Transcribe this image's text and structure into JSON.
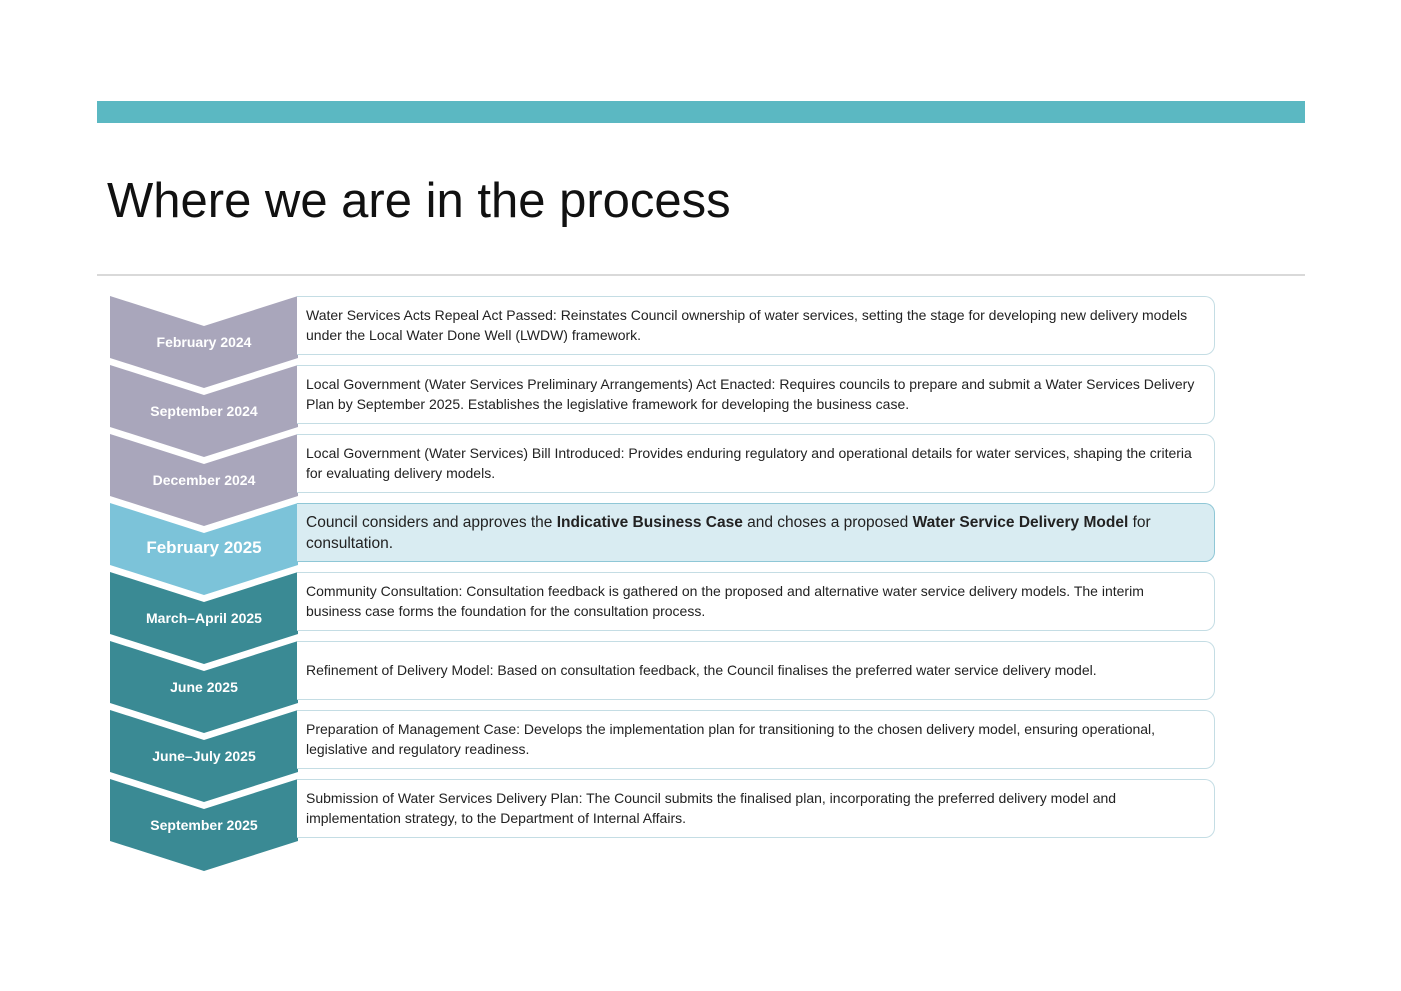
{
  "page": {
    "title": "Where we are in the process",
    "accent_color": "#5bb8c2",
    "rule_color": "#d9d9d9"
  },
  "timeline": {
    "colors": {
      "past": "#a9a6bb",
      "current": "#7cc3d9",
      "future": "#3a8a94",
      "current_box_fill": "#d9ecf2"
    },
    "items": [
      {
        "date": "February 2024",
        "status": "past",
        "description": "Water Services Acts Repeal Act Passed: Reinstates Council ownership of water services, setting the stage for developing new delivery models under the Local Water Done Well (LWDW) framework."
      },
      {
        "date": "September 2024",
        "status": "past",
        "description": "Local Government (Water Services Preliminary Arrangements) Act Enacted: Requires councils to prepare and submit a Water Services Delivery Plan by September 2025. Establishes the legislative framework for developing the business case."
      },
      {
        "date": "December 2024",
        "status": "past",
        "description": "Local Government (Water Services) Bill Introduced: Provides enduring regulatory and operational details for water services, shaping the criteria for evaluating delivery models."
      },
      {
        "date": "February 2025",
        "status": "current",
        "description_parts": {
          "p1": "Council considers and approves the ",
          "b1": "Indicative Business Case",
          "p2": " and choses a proposed ",
          "b2": "Water Service Delivery Model",
          "p3": " for consultation."
        }
      },
      {
        "date": "March–April 2025",
        "status": "future",
        "description": "Community Consultation: Consultation feedback is gathered on the proposed and alternative water service delivery models. The interim business case forms the foundation for the consultation process."
      },
      {
        "date": "June 2025",
        "status": "future",
        "description": "Refinement of Delivery Model: Based on consultation feedback, the Council finalises the preferred water service delivery model."
      },
      {
        "date": "June–July 2025",
        "status": "future",
        "description": "Preparation of Management Case: Develops the implementation plan for transitioning to the chosen delivery model, ensuring operational, legislative and regulatory readiness."
      },
      {
        "date": "September 2025",
        "status": "future",
        "description": "Submission of Water Services Delivery Plan: The Council submits the finalised plan, incorporating the preferred delivery model and implementation strategy, to the Department of Internal Affairs."
      }
    ]
  }
}
